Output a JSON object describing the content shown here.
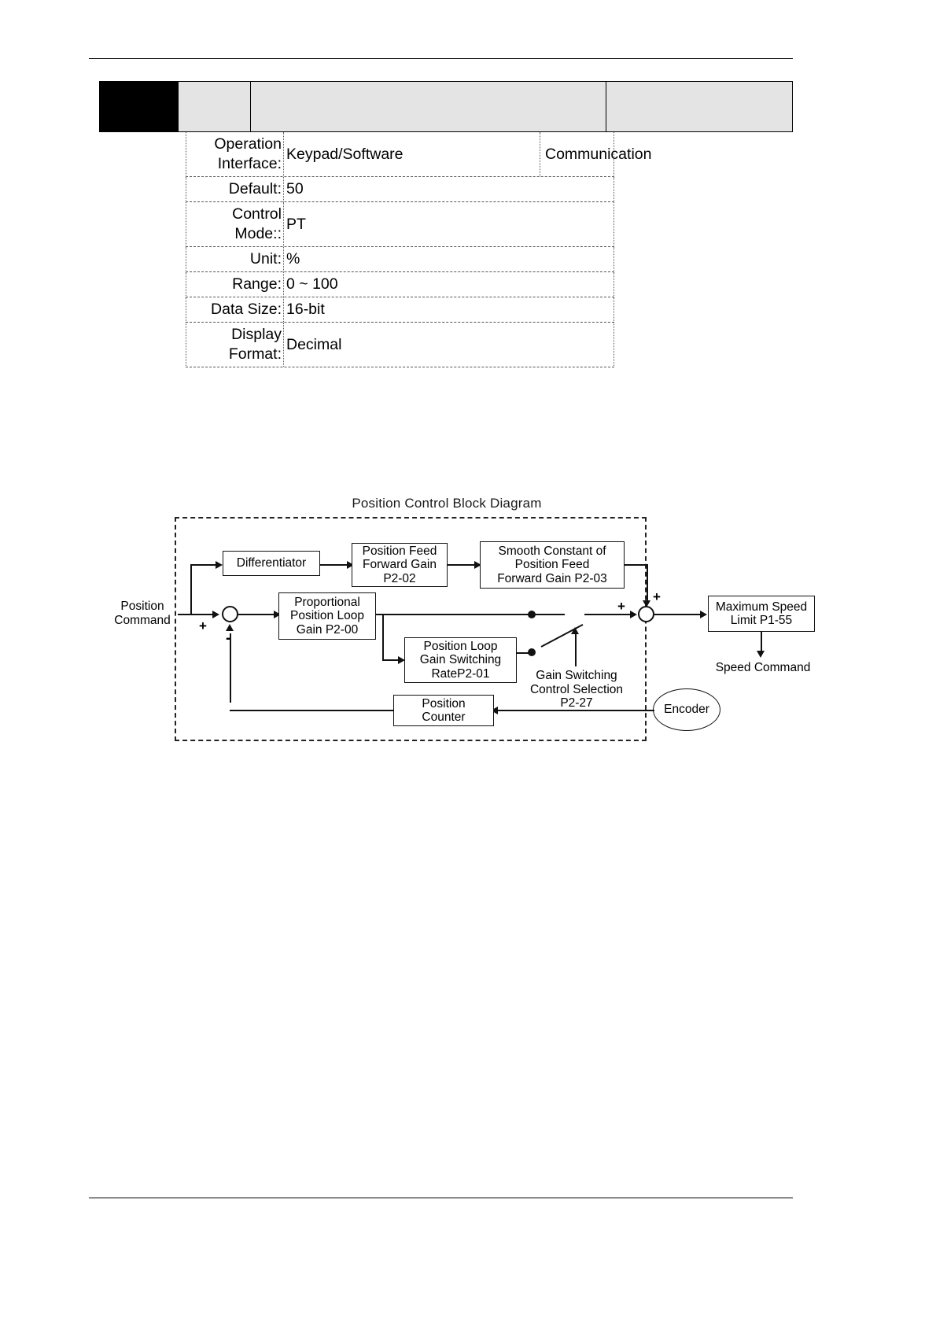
{
  "document": {
    "type": "servo-drive-parameter-manual-page"
  },
  "param_table": {
    "header_cells": [
      "",
      "",
      "",
      ""
    ],
    "rows": [
      {
        "label": "Operation Interface:",
        "value": "Keypad/Software",
        "value2": "Communication"
      },
      {
        "label": "Default:",
        "value": "50",
        "value2": ""
      },
      {
        "label": "Control Mode::",
        "value": "PT",
        "value2": ""
      },
      {
        "label": "Unit:",
        "value": "%",
        "value2": ""
      },
      {
        "label": "Range:",
        "value": "0 ~ 100",
        "value2": ""
      },
      {
        "label": "Data Size:",
        "value": "16-bit",
        "value2": ""
      },
      {
        "label": "Display Format:",
        "value": "Decimal",
        "value2": ""
      }
    ]
  },
  "diagram": {
    "title": "Position Control Block Diagram",
    "input_label": "Position\nCommand",
    "blocks": {
      "differentiator": "Differentiator",
      "position_feed_forward_gain": "Position Feed\nForward Gain\nP2-02",
      "smooth_constant": "Smooth Constant of\nPosition Feed\nForward Gain P2-03",
      "proportional_position_loop_gain": "Proportional\nPosition Loop\nGain P2-00",
      "position_loop_gain_switching_rate": "Position Loop\nGain Switching\nRateP2-01",
      "maximum_speed_limit": "Maximum Speed\nLimit P1-55",
      "position_counter": "Position\nCounter",
      "encoder": "Encoder"
    },
    "labels": {
      "gain_switching_control_selection": "Gain Switching\nControl Selection\nP2-27",
      "speed_command": "Speed Command"
    },
    "signs": {
      "sum1_plus": "+",
      "sum1_minus": "-",
      "sum2_plus_left": "+",
      "sum2_plus_top": "+"
    }
  },
  "colors": {
    "page_background": "#ffffff",
    "table_header_fill": "#e4e4e4",
    "table_black_cell": "#000000",
    "line": "#111111"
  }
}
